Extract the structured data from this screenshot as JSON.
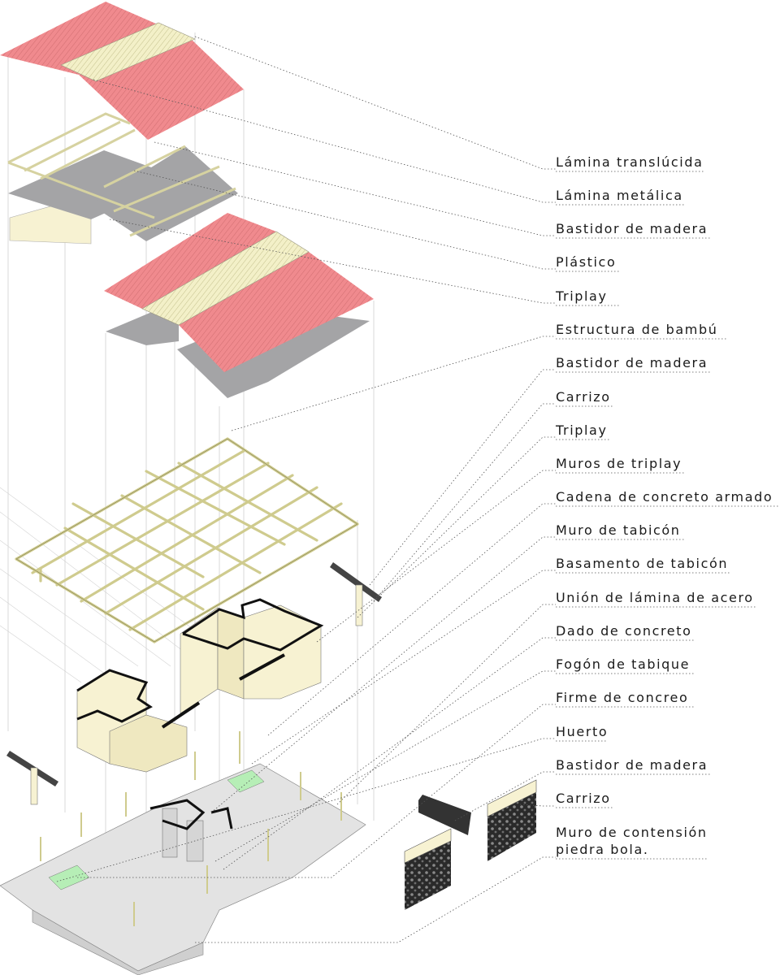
{
  "labels": [
    "Lámina translúcida",
    "Lámina metálica",
    "Bastidor de madera",
    "Plástico",
    "Triplay",
    "Estructura de bambú",
    "Bastidor de madera",
    "Carrizo",
    "Triplay",
    "Muros de triplay",
    "Cadena de concreto armado",
    "Muro de tabicón",
    "Basamento de tabicón",
    "Unión de lámina de acero",
    "Dado de concreto",
    "Fogón de tabique",
    "Firme de concreo",
    "Huerto",
    "Bastidor de madera",
    "Carrizo",
    "Muro de contensión",
    "piedra bola."
  ],
  "colors": {
    "roof_red": "#f08a8e",
    "translucent": "#f3f0c8",
    "bamboo": "#ece8b0",
    "grey_panel": "#a4a4a6",
    "plywood": "#f7f2d2",
    "concrete": "#e3e3e3",
    "garden": "#b6eeb6",
    "dark": "#1c1c1c"
  }
}
